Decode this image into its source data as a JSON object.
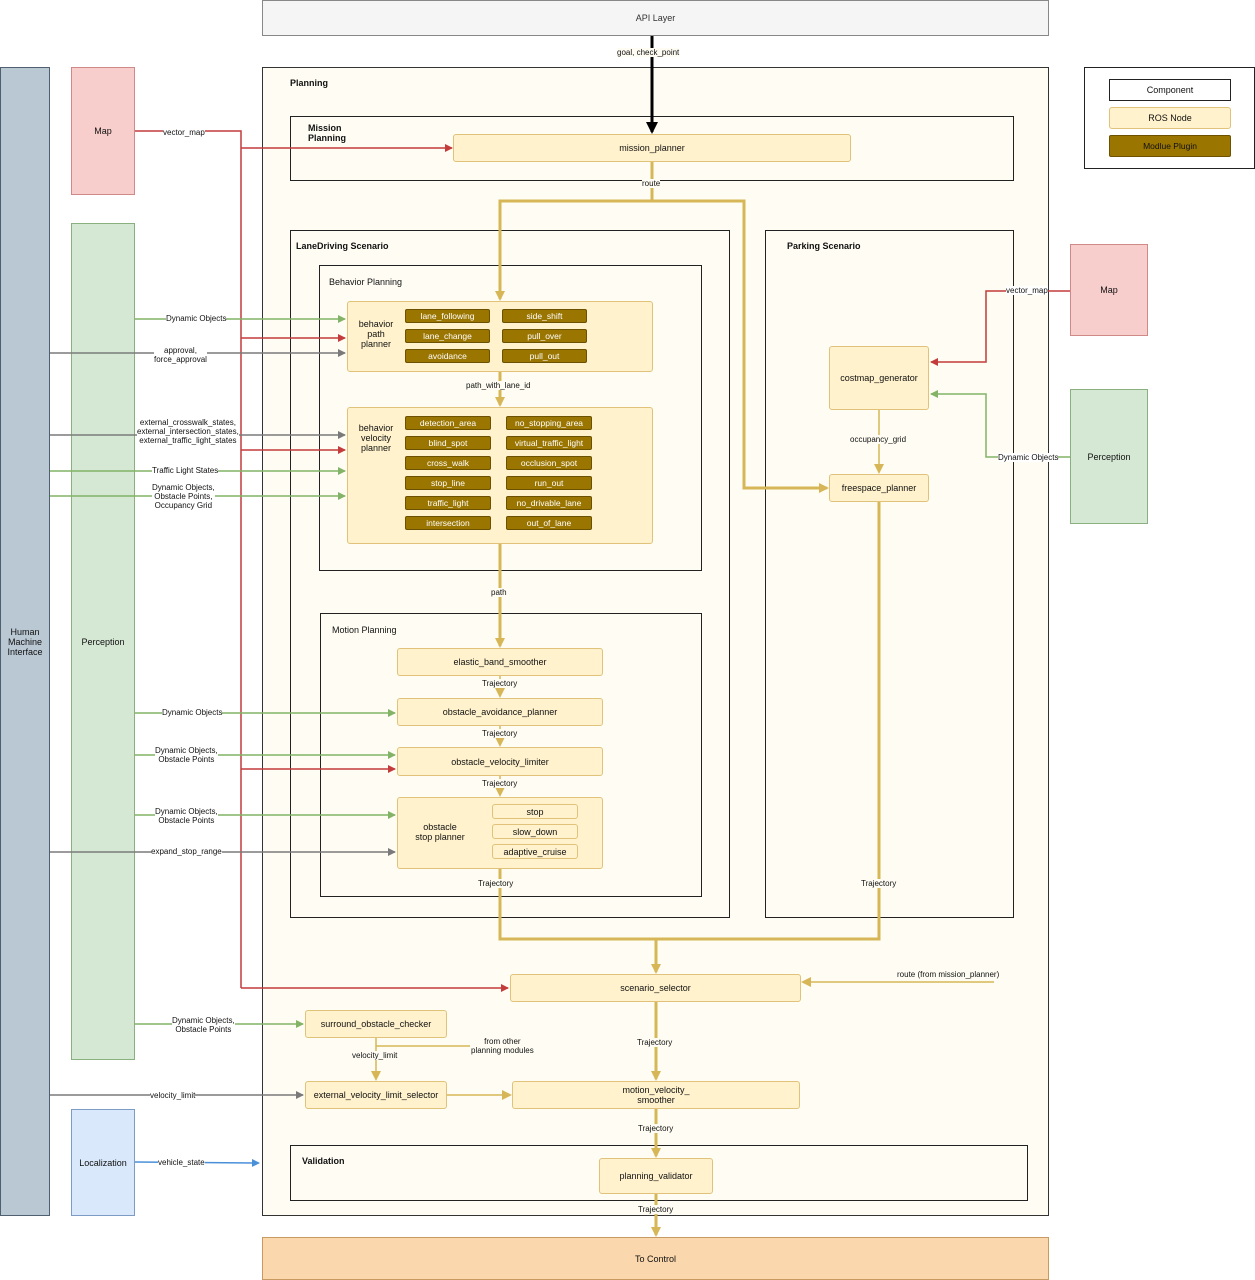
{
  "api_layer": "API Layer",
  "to_control": "To Control",
  "hmi": "Human\nMachine\nInterface",
  "map_left": "Map",
  "map_right": "Map",
  "perception_left": "Perception",
  "perception_right": "Perception",
  "localization": "Localization",
  "legend": {
    "component": "Component",
    "ros_node": "ROS Node",
    "module_plugin": "Modlue Plugin"
  },
  "planning": {
    "title": "Planning",
    "mission": {
      "title": "Mission\nPlanning",
      "node": "mission_planner"
    },
    "lane_driving": {
      "title": "LaneDriving Scenario",
      "behavior": {
        "title": "Behavior Planning",
        "path_planner": "behavior\npath\nplanner",
        "path_plugins": [
          "lane_following",
          "side_shift",
          "lane_change",
          "pull_over",
          "avoidance",
          "pull_out"
        ],
        "velocity_planner": "behavior\nvelocity\nplanner",
        "velocity_plugins": [
          "detection_area",
          "no_stopping_area",
          "blind_spot",
          "virtual_traffic_light",
          "cross_walk",
          "occlusion_spot",
          "stop_line",
          "run_out",
          "traffic_light",
          "no_drivable_lane",
          "intersection",
          "out_of_lane"
        ]
      },
      "motion": {
        "title": "Motion Planning",
        "elastic": "elastic_band_smoother",
        "avoidance": "obstacle_avoidance_planner",
        "limiter": "obstacle_velocity_limiter",
        "stop_planner": "obstacle\nstop planner",
        "stop_plugins": [
          "stop",
          "slow_down",
          "adaptive_cruise"
        ]
      }
    },
    "parking": {
      "title": "Parking Scenario",
      "costmap": "costmap_generator",
      "freespace": "freespace_planner"
    },
    "scenario_selector": "scenario_selector",
    "surround_checker": "surround_obstacle_checker",
    "external_limit": "external_velocity_limit_selector",
    "motion_smoother": "motion_velocity_\nsmoother",
    "validation": {
      "title": "Validation",
      "node": "planning_validator"
    }
  },
  "edge_labels": {
    "goal": "goal, check_point",
    "vector_map_l": "vector_map",
    "vector_map_r": "vector_map",
    "route": "route",
    "dyn_obj_1": "Dynamic Objects",
    "approval": "approval,\nforce_approval",
    "path_lane": "path_with_lane_id",
    "ext_states": "external_crosswalk_states,\nexternal_intersection_states,\nexternal_traffic_light_states",
    "tl_states": "Traffic Light States",
    "dyn_obs_grid": "Dynamic Objects,\nObstacle Points,\nOccupancy Grid",
    "path": "path",
    "traj1": "Trajectory",
    "traj2": "Trajectory",
    "traj3": "Trajectory",
    "dyn_obj_2": "Dynamic Objects",
    "dyn_obs_1": "Dynamic Objects,\nObstacle Points",
    "dyn_obs_2": "Dynamic Objects,\nObstacle Points",
    "expand_stop": "expand_stop_range",
    "traj_lane": "Trajectory",
    "traj_park": "Trajectory",
    "occupancy": "occupancy_grid",
    "dyn_obj_r": "Dynamic Objects",
    "route_from": "route (from mission_planner)",
    "dyn_obs_3": "Dynamic Objects,\nObstacle Points",
    "velocity_limit_1": "velocity_limit",
    "from_other": "from other\nplanning modules",
    "velocity_limit_2": "velocity_limit",
    "traj_sel": "Trajectory",
    "traj_smooth": "Trajectory",
    "traj_valid": "Trajectory",
    "vehicle_state": "vehicle_state"
  },
  "colors": {
    "red": "#c43b3b",
    "green": "#82b366",
    "grey": "#7a7a7a",
    "gold": "#d6b656",
    "blue": "#4a90d9",
    "black": "#000000"
  }
}
